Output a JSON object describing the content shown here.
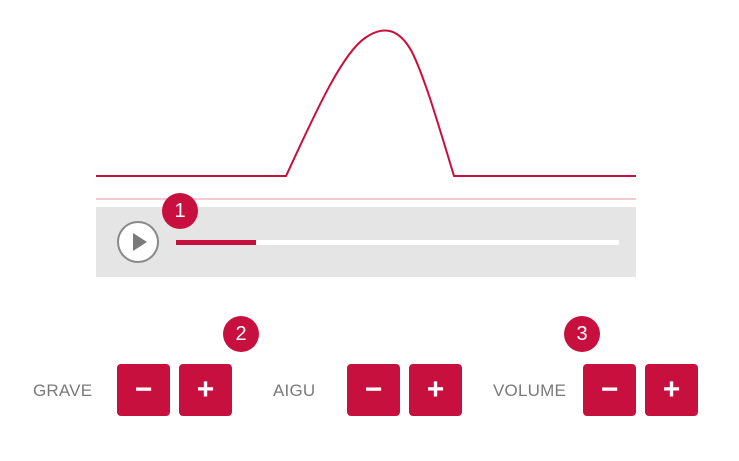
{
  "colors": {
    "accent": "#c8103e",
    "light_accent": "#f3c9d3",
    "panel": "#e5e5e6",
    "label": "#7a7a7a"
  },
  "player": {
    "play_icon": "play-icon",
    "progress": 0.18
  },
  "badges": {
    "one": "1",
    "two": "2",
    "three": "3"
  },
  "controls": {
    "grave": {
      "label": "GRAVE",
      "minus": "−",
      "plus": "+"
    },
    "aigu": {
      "label": "AIGU",
      "minus": "−",
      "plus": "+"
    },
    "volume": {
      "label": "VOLUME",
      "minus": "−",
      "plus": "+"
    }
  }
}
